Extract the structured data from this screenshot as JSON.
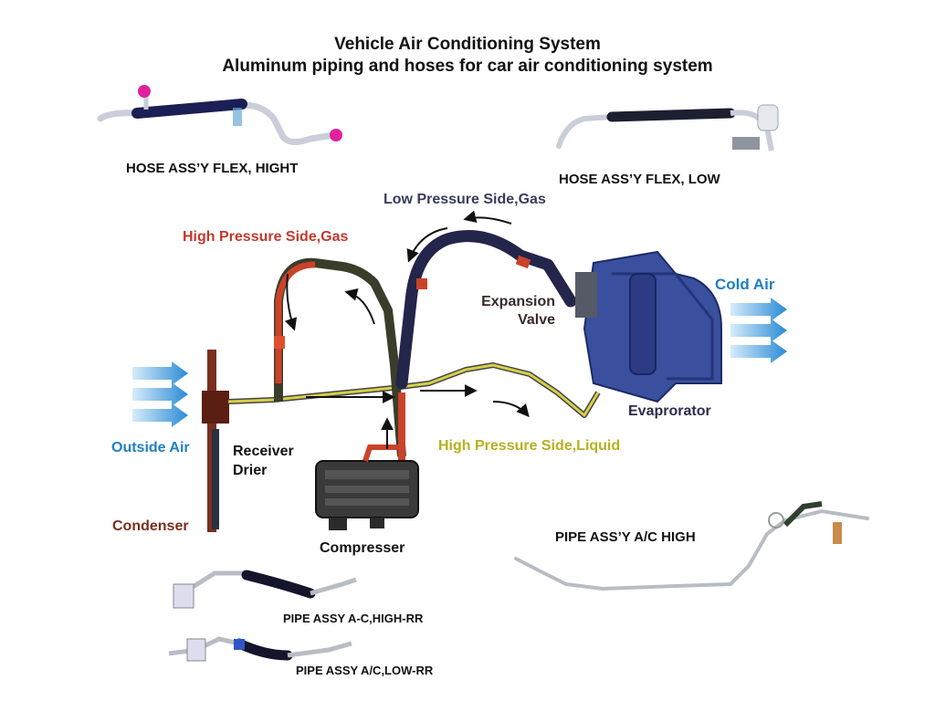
{
  "title": {
    "line1": "Vehicle Air Conditioning System",
    "line2": "Aluminum piping and hoses for car air conditioning system"
  },
  "parts": {
    "hose_high": "HOSE ASS’Y FLEX, HIGHT",
    "hose_low": "HOSE ASS’Y FLEX, LOW",
    "pipe_ac_high": "PIPE ASS’Y A/C HIGH",
    "pipe_high_rr": "PIPE ASSY A-C,HIGH-RR",
    "pipe_low_rr": "PIPE ASSY A/C,LOW-RR"
  },
  "flow": {
    "low_gas": "Low Pressure Side,Gas",
    "high_gas": "High Pressure Side,Gas",
    "high_liquid": "High Pressure Side,Liquid",
    "cold_air": "Cold Air",
    "outside_air": "Outside Air"
  },
  "components": {
    "expansion_valve_1": "Expansion",
    "expansion_valve_2": "Valve",
    "evaporator": "Evaprorator",
    "receiver_1": "Receiver",
    "receiver_2": "Drier",
    "condenser": "Condenser",
    "compressor": "Compresser"
  },
  "colors": {
    "high_gas": "#c0392b",
    "low_gas": "#3b3a5e",
    "high_liquid": "#b8b020",
    "air_blue": "#1f7fc4",
    "condenser": "#7a2e1e",
    "evaporator_body": "#2c3e8c"
  }
}
